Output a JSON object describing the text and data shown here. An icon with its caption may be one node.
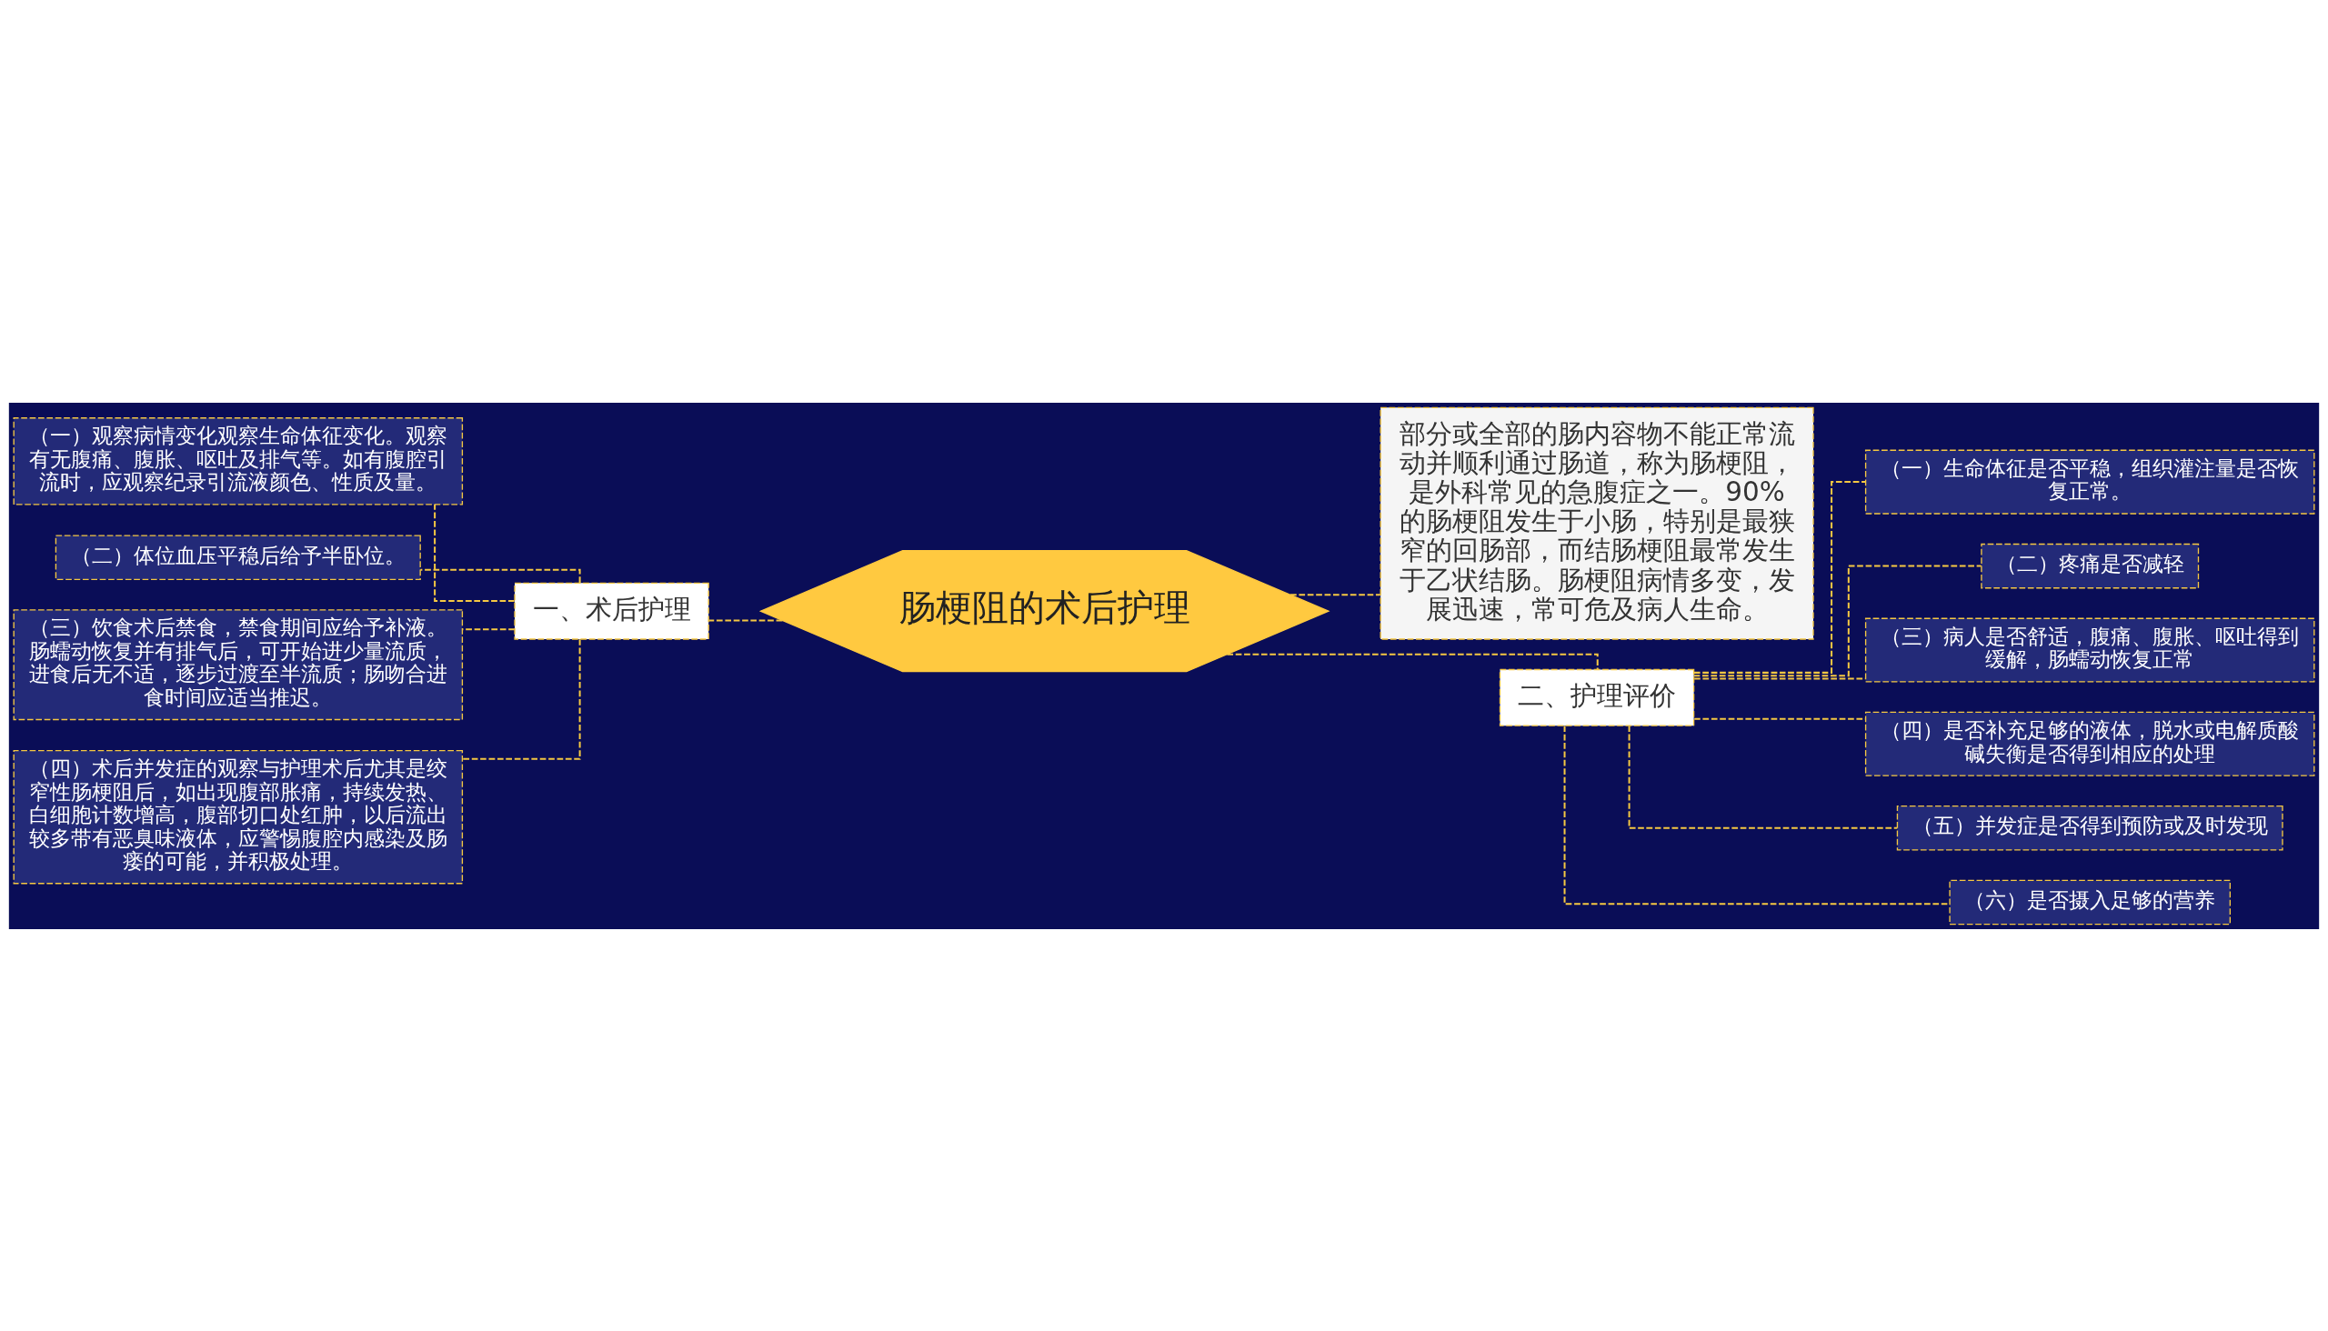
{
  "diagram": {
    "nodes": [
      {
        "text": [
          "肠梗阻的术后护理"
        ]
      },
      {
        "text": [
          "一、术后护理"
        ]
      },
      {
        "text": [
          "（一）观察病情变化观察生命体征变化。观察有无腹痛、腹胀、呕吐及排气等。如有腹腔引流时，应观察纪录引流液颜色、性质及量。"
        ]
      },
      {
        "text": [
          "（二）体位血压平稳后给予半卧位。"
        ]
      },
      {
        "text": [
          "（三）饮食术后禁食，禁食期间应给予补液。肠蠕动恢复并有排气后，可开始进少量流质，进食后无不适，逐步过渡至半流质；肠吻合进食时间应适当推迟。"
        ]
      },
      {
        "text": [
          "（四）术后并发症的观察与护理术后尤其是绞窄性肠梗阻后，如出现腹部胀痛，持续发热、白细胞计数增高，腹部切口处红肿，以后流出较多带有恶臭味液体，应警惕腹腔内感染及肠瘘的可能，并积极处理。"
        ]
      },
      {
        "text": [
          "部分或全部的肠内容物不能正常流动并顺利通过肠道，称为肠梗阻，是外科常见的急腹症之一。90%的肠梗阻发生于小肠，特别是最狭窄的回肠部，而结肠梗阻最常发生于乙状结肠。肠梗阻病情多变，发展迅速，常可危及病人生命。"
        ]
      },
      {
        "text": [
          "二、护理评价"
        ]
      },
      {
        "text": [
          "（一）生命体征是否平稳，组织灌注量是否恢复正常。"
        ]
      },
      {
        "text": [
          "（二）疼痛是否减轻"
        ]
      },
      {
        "text": [
          "（三）病人是否舒适，腹痛、腹胀、呕吐得到缓解，肠蠕动恢复正常"
        ]
      },
      {
        "text": [
          "（四）是否补充足够的液体，脱水或电解质酸碱失衡是否得到相应的处理"
        ]
      },
      {
        "text": [
          "（五）并发症是否得到预防或及时发现"
        ]
      },
      {
        "text": [
          "（六）是否摄入足够的营养"
        ]
      }
    ],
    "edges": [
      {
        "from": 0,
        "to": 1,
        "arrow": "none",
        "style": "dashed"
      },
      {
        "from": 1,
        "to": 2,
        "arrow": "none",
        "style": "dashed"
      },
      {
        "from": 1,
        "to": 3,
        "arrow": "none",
        "style": "dashed"
      },
      {
        "from": 1,
        "to": 4,
        "arrow": "none",
        "style": "dashed"
      },
      {
        "from": 1,
        "to": 5,
        "arrow": "none",
        "style": "dashed"
      },
      {
        "from": 0,
        "to": 6,
        "arrow": "none",
        "style": "dashed"
      },
      {
        "from": 0,
        "to": 7,
        "arrow": "none",
        "style": "dashed"
      },
      {
        "from": 7,
        "to": 8,
        "arrow": "none",
        "style": "dashed"
      },
      {
        "from": 7,
        "to": 9,
        "arrow": "none",
        "style": "dashed"
      },
      {
        "from": 7,
        "to": 10,
        "arrow": "none",
        "style": "dashed"
      },
      {
        "from": 7,
        "to": 11,
        "arrow": "none",
        "style": "dashed"
      },
      {
        "from": 7,
        "to": 12,
        "arrow": "none",
        "style": "dashed"
      },
      {
        "from": 7,
        "to": 13,
        "arrow": "none",
        "style": "dashed"
      }
    ]
  }
}
